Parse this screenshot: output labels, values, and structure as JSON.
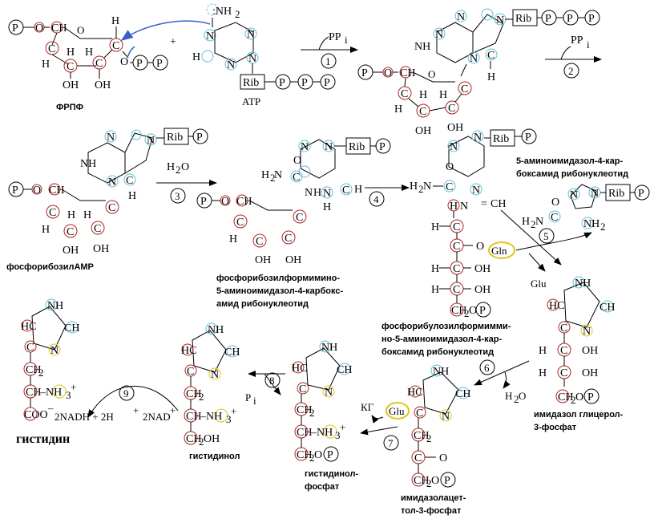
{
  "colors": {
    "carbon_ring": "#b22222",
    "nitrogen_ring": "#5bc0de",
    "yellow_ring": "#e0c419",
    "arrow_blue": "#3a5fcd",
    "ink": "#000000"
  },
  "molecules": {
    "prpp": {
      "label": "ФРПФ",
      "P": "P",
      "O": "O",
      "CH2": "CH",
      "H": "H",
      "C": "C",
      "OH": "OH"
    },
    "atp": {
      "label": "ATP",
      "NH2": "NH",
      "Rib": "Rib",
      "N": "N",
      "H": "H",
      "P": "P"
    },
    "intermediate1": {
      "NH": "NH",
      "Rib": "Rib",
      "N": "N"
    },
    "phosphoribosyl_amp": {
      "label": "фосфорибозилАМР"
    },
    "ppf": {
      "label_line1": "фосфорибозилформимино-",
      "label_line2": "5-аминоимидазол-4-карбокс-",
      "label_line3": "амид рибонуклеотид",
      "H2N": "H",
      "NH": "N"
    },
    "aicar": {
      "label_line1": "5-аминоимидазол-4-кар-",
      "label_line2": "боксамид рибонуклеотид"
    },
    "prfar": {
      "label_line1": "фосфорибулозилформимми-",
      "label_line2": "но-5-аминоимидазол-4-кар-",
      "label_line3": "боксамид рибонуклеотид"
    },
    "igp": {
      "label_line1": "имидазол глицерол-",
      "label_line2": "3-фосфат"
    },
    "iap": {
      "label_line1": "имидазолацет-",
      "label_line2": "тол-3-фосфат"
    },
    "hisp": {
      "label_line1": "гистидинол-",
      "label_line2": "фосфат"
    },
    "histidinol": {
      "label": "гистидинол"
    },
    "histidine": {
      "label": "гистидин"
    }
  },
  "steps": {
    "s1": "1",
    "s2": "2",
    "s3": "3",
    "s4": "4",
    "s5": "5",
    "s6": "6",
    "s7": "7",
    "s8": "8",
    "s9": "9"
  },
  "reagents": {
    "ppi1": "PP",
    "ppi2": "PP",
    "i": "i",
    "h2o_3": "H",
    "h2o_6": "H",
    "gln": "Gln",
    "glu": "Glu",
    "glu7": "Glu",
    "kg": "КГ",
    "pi": "P",
    "nadh": "2NADH + 2H",
    "nad": "2NAD",
    "plus": "+"
  }
}
